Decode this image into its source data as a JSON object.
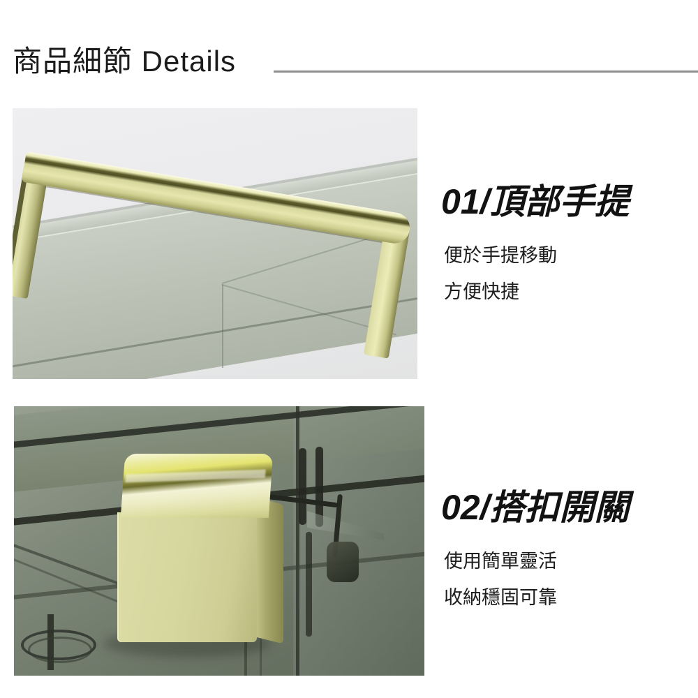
{
  "header": {
    "title": "商品細節 Details",
    "rule_color": "#8e8e8e"
  },
  "sections": [
    {
      "id": "01",
      "heading": "01/頂部手提",
      "lines": [
        "便於手提移動",
        "方便快捷"
      ],
      "image_alt": "透明收納盒頂部金色手提把特寫"
    },
    {
      "id": "02",
      "heading": "02/搭扣開關",
      "lines": [
        "使用簡單靈活",
        "收納穩固可靠"
      ],
      "image_alt": "收納盒金色搭扣開關特寫"
    }
  ],
  "colors": {
    "page_background": "#ffffff",
    "text": "#1b1b1b",
    "rule": "#8e8e8e",
    "photo1_background": "#ededef",
    "photo2_background": "#6b7566",
    "gold_light": "#e6e6ae",
    "gold_bright": "#e4e470",
    "gold_dark": "#6d6d2e",
    "box_tint": "#c3c9bc"
  }
}
